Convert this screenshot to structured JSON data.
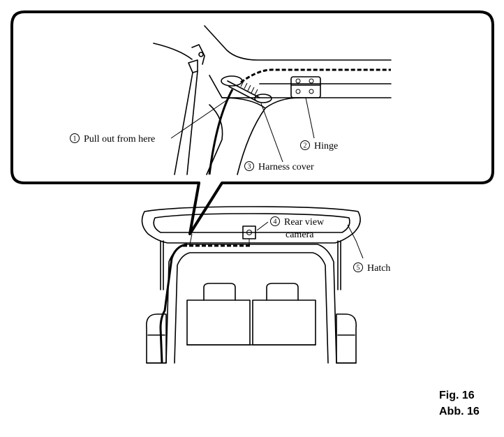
{
  "callouts": [
    {
      "num": "1",
      "text": "Pull out from here"
    },
    {
      "num": "2",
      "text": "Hinge"
    },
    {
      "num": "3",
      "text": "Harness cover"
    },
    {
      "num": "4",
      "text": "Rear view",
      "text2": "camera"
    },
    {
      "num": "5",
      "text": "Hatch"
    }
  ],
  "figure": {
    "label_en": "Fig. 16",
    "label_de": "Abb. 16"
  }
}
